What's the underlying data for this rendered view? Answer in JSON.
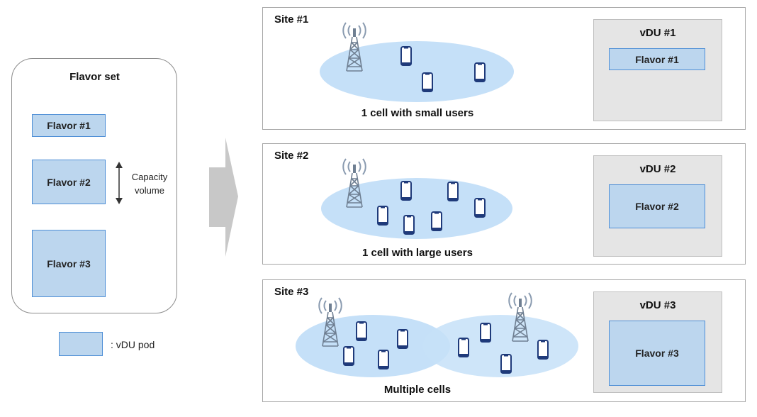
{
  "flavor_set": {
    "title": "Flavor set",
    "flavors": [
      "Flavor #1",
      "Flavor #2",
      "Flavor #3"
    ],
    "capacity_label": [
      "Capacity",
      "volume"
    ]
  },
  "legend": {
    "label": ": vDU pod"
  },
  "sites": [
    {
      "label": "Site #1",
      "caption": "1 cell with small users",
      "vdu_title": "vDU #1",
      "flavor": "Flavor #1"
    },
    {
      "label": "Site #2",
      "caption": "1 cell with large users",
      "vdu_title": "vDU #2",
      "flavor": "Flavor #2"
    },
    {
      "label": "Site #3",
      "caption": "Multiple cells",
      "vdu_title": "vDU #3",
      "flavor": "Flavor #3"
    }
  ],
  "colors": {
    "pod_fill": "#bcd6ee",
    "pod_border": "#4f8fd6",
    "cell_fill": "#c5e0f8",
    "vdu_fill": "#e5e5e5",
    "arrow_fill": "#c8c8c8",
    "phone": "#1f3a7a"
  },
  "icons": [
    "cell-tower-icon",
    "smartphone-icon",
    "right-arrow-icon",
    "double-arrow-icon"
  ]
}
